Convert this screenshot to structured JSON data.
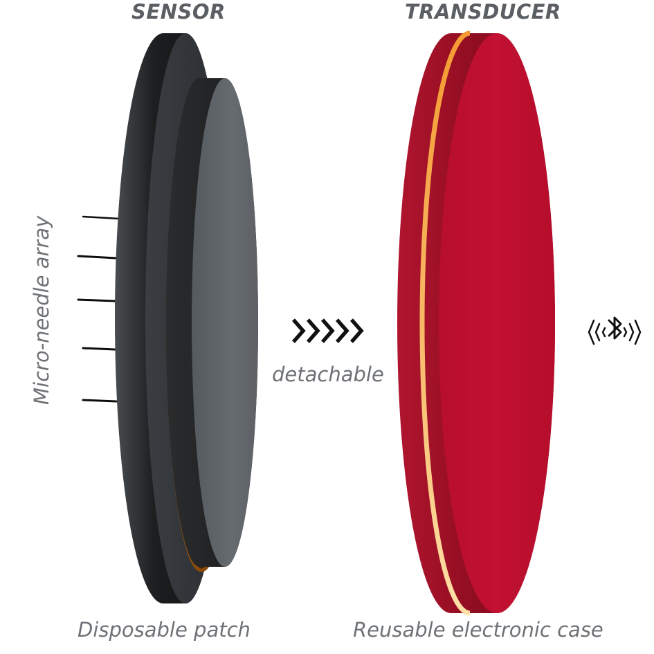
{
  "sensor": {
    "title": "SENSOR",
    "caption": "Disposable patch",
    "needle_label": "Micro-needle array"
  },
  "transducer": {
    "title": "TRANSDUCER",
    "caption": "Reusable electronic case"
  },
  "connector": {
    "label": "detachable",
    "arrow_icon": "chevrons-right-icon"
  },
  "wireless": {
    "icon": "bluetooth-signal-icon"
  },
  "colors": {
    "sensor_dark": "#161819",
    "sensor_gray": "#666b70",
    "copper": "#d88a1e",
    "transducer_red": "#c01030",
    "transducer_dark_red": "#8e0d20",
    "gold_stripe": "#f6b454",
    "label_gray": "#6e7276"
  }
}
